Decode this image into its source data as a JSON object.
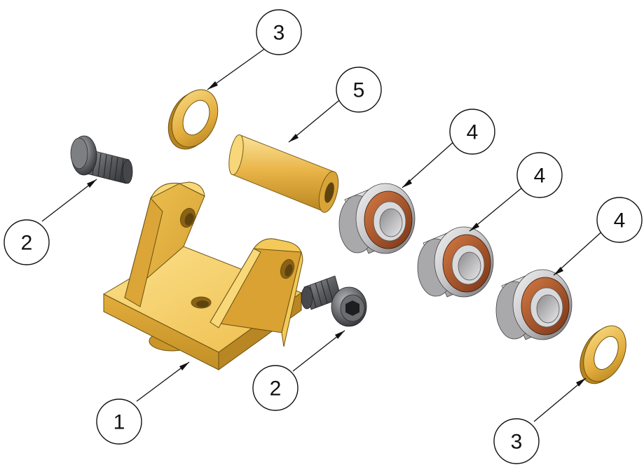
{
  "balloons": [
    {
      "label": "3"
    },
    {
      "label": "5"
    },
    {
      "label": "4"
    },
    {
      "label": "4"
    },
    {
      "label": "4"
    },
    {
      "label": "2"
    },
    {
      "label": "1"
    },
    {
      "label": "2"
    },
    {
      "label": "3"
    }
  ],
  "colors": {
    "bracket": "#E9B944",
    "bracket_dark": "#C9952A",
    "bracket_light": "#F7D77A",
    "washer": "#E6B547",
    "bushing": "#EBB84A",
    "bearing_shell": "#C9C9CB",
    "bearing_seal": "#B35A2C",
    "bolt": "#55575A",
    "line": "#111111"
  }
}
